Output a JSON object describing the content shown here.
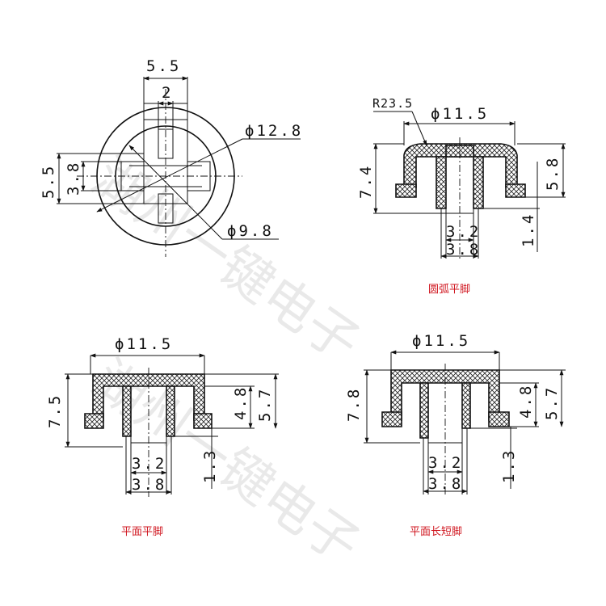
{
  "watermark": "湖州一键电子",
  "top_view": {
    "dim_width_outer": "5.5",
    "dim_width_inner": "2",
    "dim_height_outer": "5.5",
    "dim_height_inner": "3.8",
    "dim_dia_large": "ϕ12.8",
    "dim_dia_small": "ϕ9.8"
  },
  "round_flat_foot": {
    "caption": "圆弧平脚",
    "dim_radius": "R23.5",
    "dim_diameter": "ϕ11.5",
    "dim_height_total": "7.4",
    "dim_height_right": "5.8",
    "dim_foot": "1.4",
    "dim_stem_inner": "3.2",
    "dim_stem_outer": "3.8"
  },
  "flat_flat_foot": {
    "caption": "平面平脚",
    "dim_diameter": "ϕ11.5",
    "dim_height_total": "7.5",
    "dim_height_a": "4.8",
    "dim_height_b": "5.7",
    "dim_foot": "1.3",
    "dim_stem_inner": "3.2",
    "dim_stem_outer": "3.8"
  },
  "flat_long_short_foot": {
    "caption": "平面长短脚",
    "dim_diameter": "ϕ11.5",
    "dim_height_total": "7.8",
    "dim_height_a": "4.8",
    "dim_height_b": "5.7",
    "dim_foot": "1.3",
    "dim_stem_inner": "3.2",
    "dim_stem_outer": "3.8"
  }
}
